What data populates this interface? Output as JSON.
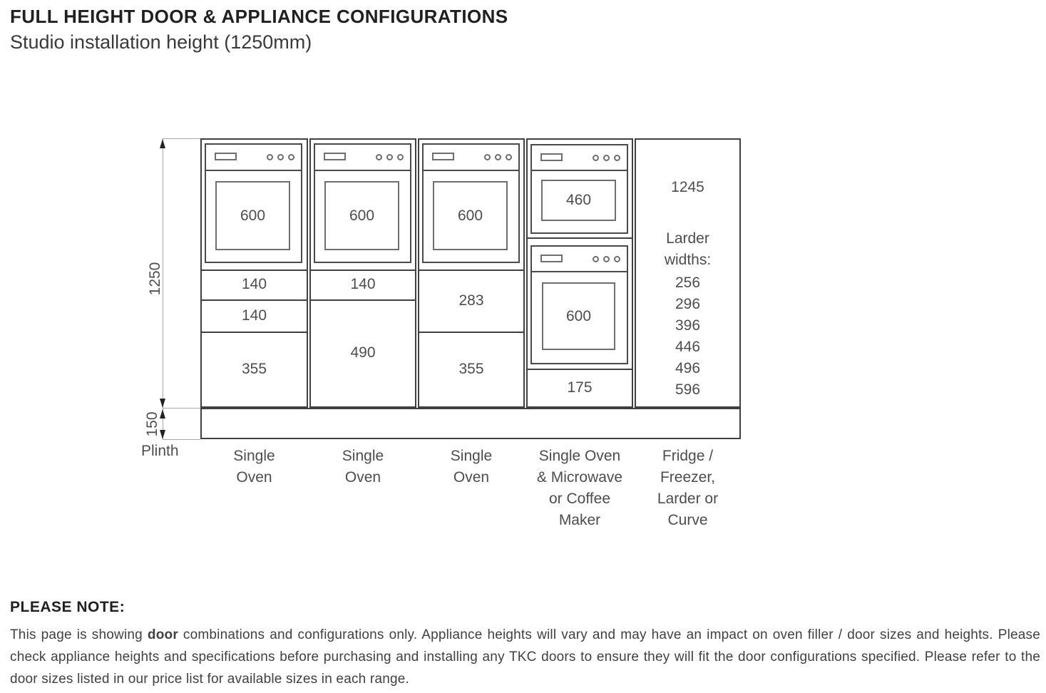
{
  "header": {
    "title": "FULL HEIGHT DOOR & APPLIANCE CONFIGURATIONS",
    "subtitle": "Studio installation height (1250mm)"
  },
  "dimensions": {
    "cabinet_height": "1250",
    "plinth_height": "150",
    "plinth_label": "Plinth"
  },
  "columns": [
    {
      "caption": "Single\nOven",
      "oven_door": "600",
      "segments": [
        "140",
        "140",
        "355"
      ]
    },
    {
      "caption": "Single\nOven",
      "oven_door": "600",
      "segments": [
        "140",
        "490"
      ]
    },
    {
      "caption": "Single\nOven",
      "oven_door": "600",
      "segments": [
        "283",
        "355"
      ]
    },
    {
      "caption": "Single Oven\n& Microwave\nor Coffee\nMaker",
      "microwave_door": "460",
      "oven_door": "600",
      "segments": [
        "175"
      ]
    },
    {
      "caption": "Fridge /\nFreezer,\nLarder or\nCurve",
      "door_height": "1245",
      "larder_heading": "Larder\nwidths:",
      "larder_widths": [
        "256",
        "296",
        "396",
        "446",
        "496",
        "596"
      ]
    }
  ],
  "note": {
    "heading": "PLEASE NOTE:",
    "lead": "This page is showing ",
    "bold_word": "door",
    "rest": " combinations and configurations only. Appliance heights will vary and may have an impact on oven filler / door sizes and heights. Please check appliance heights and specifications before purchasing and installing any TKC doors to ensure they will fit the door configurations specified. Please refer to the door sizes listed in our price list for available sizes in each range."
  },
  "colors": {
    "line_dark": "#404042",
    "line_gray": "#6d6e70",
    "dimension_line": "#a7a7a7",
    "text_dark": "#231f20",
    "text_gray": "#4d4d4d"
  }
}
